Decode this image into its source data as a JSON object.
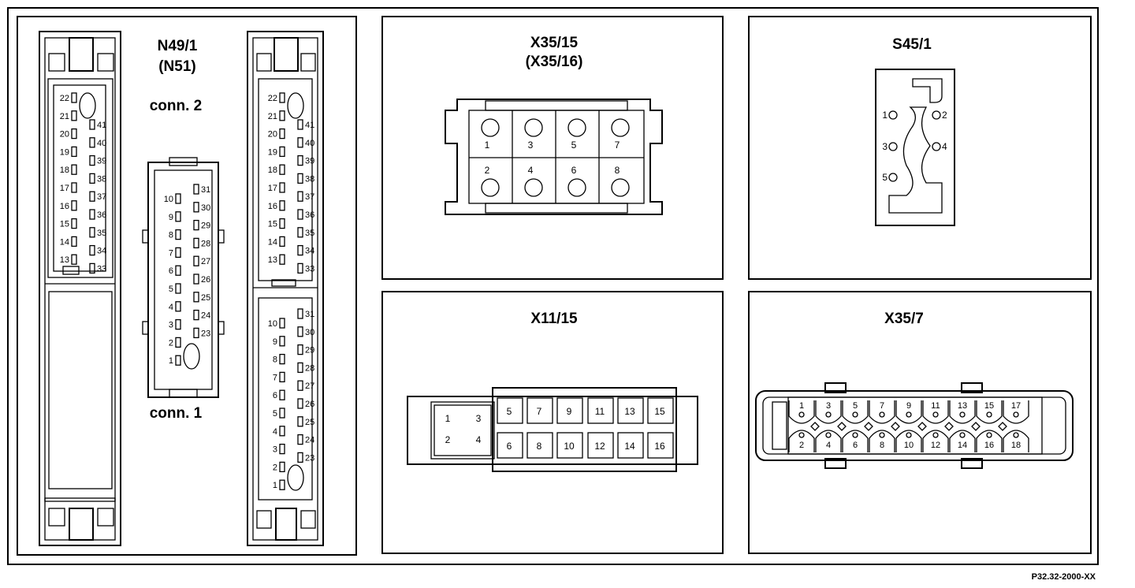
{
  "panels": {
    "n49": {
      "title_line1": "N49/1",
      "title_line2": "(N51)",
      "conn2_label": "conn. 2",
      "conn1_label": "conn. 1",
      "conn2_left_pins": [
        "22",
        "21",
        "20",
        "19",
        "18",
        "17",
        "16",
        "15",
        "14",
        "13"
      ],
      "conn2_right_pins": [
        "41",
        "40",
        "39",
        "38",
        "37",
        "36",
        "35",
        "34",
        "33"
      ],
      "conn1_left_pins": [
        "10",
        "9",
        "8",
        "7",
        "6",
        "5",
        "4",
        "3",
        "2",
        "1"
      ],
      "conn1_right_pins": [
        "31",
        "30",
        "29",
        "28",
        "27",
        "26",
        "25",
        "24",
        "23"
      ]
    },
    "x35_15": {
      "title_line1": "X35/15",
      "title_line2": "(X35/16)",
      "top_pins": [
        "1",
        "3",
        "5",
        "7"
      ],
      "bottom_pins": [
        "2",
        "4",
        "6",
        "8"
      ]
    },
    "s45_1": {
      "title": "S45/1",
      "pins": [
        "1",
        "2",
        "3",
        "4",
        "5"
      ]
    },
    "x11_15": {
      "title": "X11/15",
      "left_pins": [
        "1",
        "3",
        "2",
        "4"
      ],
      "top_pins": [
        "5",
        "7",
        "9",
        "11",
        "13",
        "15"
      ],
      "bottom_pins": [
        "6",
        "8",
        "10",
        "12",
        "14",
        "16"
      ]
    },
    "x35_7": {
      "title": "X35/7",
      "top_pins": [
        "1",
        "3",
        "5",
        "7",
        "9",
        "11",
        "13",
        "15",
        "17"
      ],
      "bottom_pins": [
        "2",
        "4",
        "6",
        "8",
        "10",
        "12",
        "14",
        "16",
        "18"
      ]
    }
  },
  "footer": {
    "reference": "P32.32-2000-XX"
  }
}
